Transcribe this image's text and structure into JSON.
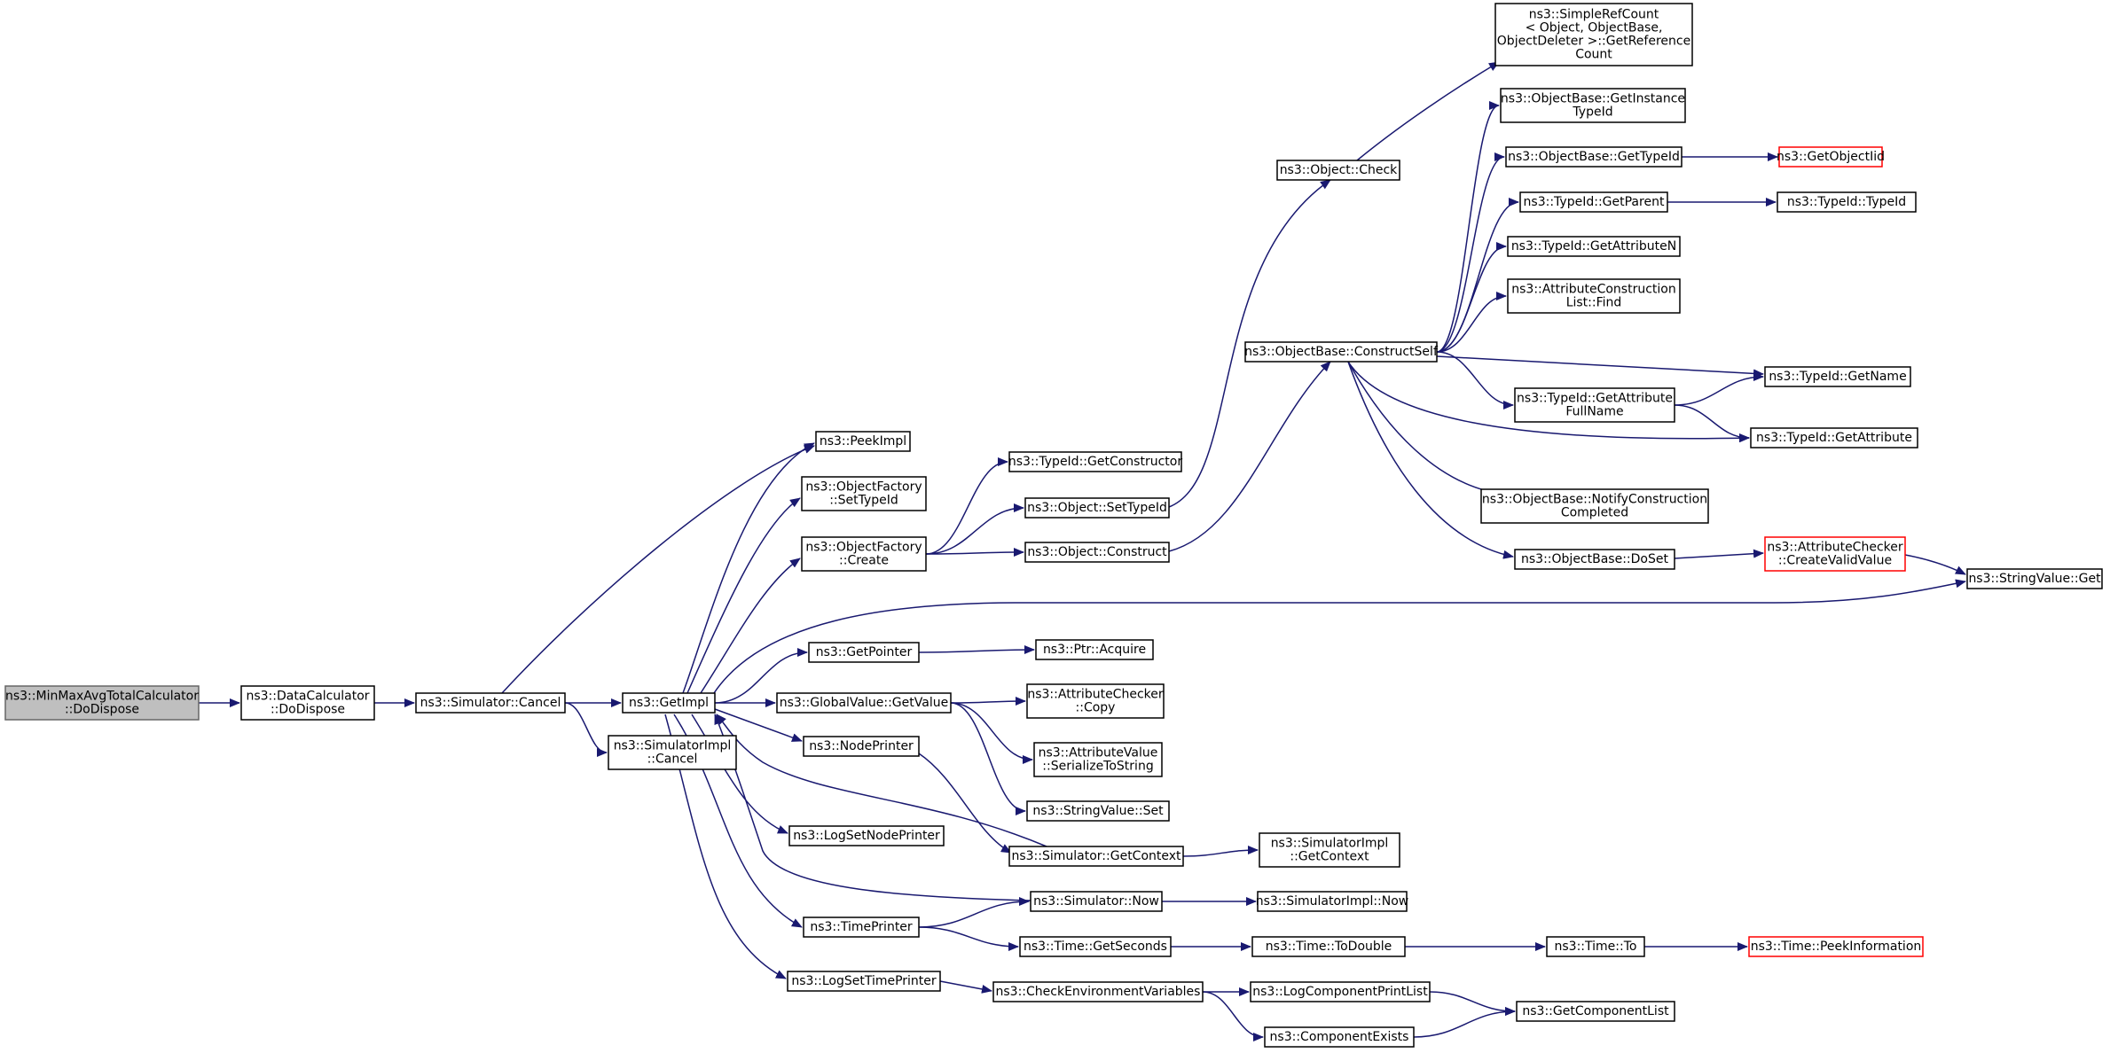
{
  "nodes": [
    {
      "id": "minmax",
      "lines": [
        "ns3::MinMaxAvgTotalCalculator",
        "::DoDispose"
      ],
      "style": "root"
    },
    {
      "id": "datacalc",
      "lines": [
        "ns3::DataCalculator",
        "::DoDispose"
      ],
      "style": "normal"
    },
    {
      "id": "simcancel",
      "lines": [
        "ns3::Simulator::Cancel"
      ],
      "style": "normal"
    },
    {
      "id": "getimpl",
      "lines": [
        "ns3::GetImpl"
      ],
      "style": "normal"
    },
    {
      "id": "simimplcancel",
      "lines": [
        "ns3::SimulatorImpl",
        "::Cancel"
      ],
      "style": "normal"
    },
    {
      "id": "peekimpl",
      "lines": [
        "ns3::PeekImpl"
      ],
      "style": "normal"
    },
    {
      "id": "ofsettypeid",
      "lines": [
        "ns3::ObjectFactory",
        "::SetTypeId"
      ],
      "style": "normal"
    },
    {
      "id": "ofcreate",
      "lines": [
        "ns3::ObjectFactory",
        "::Create"
      ],
      "style": "normal"
    },
    {
      "id": "getpointer",
      "lines": [
        "ns3::GetPointer"
      ],
      "style": "normal"
    },
    {
      "id": "gvgetvalue",
      "lines": [
        "ns3::GlobalValue::GetValue"
      ],
      "style": "normal"
    },
    {
      "id": "nodeprinter",
      "lines": [
        "ns3::NodePrinter"
      ],
      "style": "normal"
    },
    {
      "id": "logsetnodeprinter",
      "lines": [
        "ns3::LogSetNodePrinter"
      ],
      "style": "normal"
    },
    {
      "id": "timeprinter",
      "lines": [
        "ns3::TimePrinter"
      ],
      "style": "normal"
    },
    {
      "id": "logsettimeprinter",
      "lines": [
        "ns3::LogSetTimePrinter"
      ],
      "style": "normal"
    },
    {
      "id": "tidgetconstructor",
      "lines": [
        "ns3::TypeId::GetConstructor"
      ],
      "style": "normal"
    },
    {
      "id": "objsettypeid",
      "lines": [
        "ns3::Object::SetTypeId"
      ],
      "style": "normal"
    },
    {
      "id": "objconstruct",
      "lines": [
        "ns3::Object::Construct"
      ],
      "style": "normal"
    },
    {
      "id": "ptracquire",
      "lines": [
        "ns3::Ptr::Acquire"
      ],
      "style": "normal"
    },
    {
      "id": "accopy",
      "lines": [
        "ns3::AttributeChecker",
        "::Copy"
      ],
      "style": "normal"
    },
    {
      "id": "avserialize",
      "lines": [
        "ns3::AttributeValue",
        "::SerializeToString"
      ],
      "style": "normal"
    },
    {
      "id": "svset",
      "lines": [
        "ns3::StringValue::Set"
      ],
      "style": "normal"
    },
    {
      "id": "simgetcontext",
      "lines": [
        "ns3::Simulator::GetContext"
      ],
      "style": "normal"
    },
    {
      "id": "simnow",
      "lines": [
        "ns3::Simulator::Now"
      ],
      "style": "normal"
    },
    {
      "id": "timegetseconds",
      "lines": [
        "ns3::Time::GetSeconds"
      ],
      "style": "normal"
    },
    {
      "id": "checkenv",
      "lines": [
        "ns3::CheckEnvironmentVariables"
      ],
      "style": "normal"
    },
    {
      "id": "objcheck",
      "lines": [
        "ns3::Object::Check"
      ],
      "style": "normal"
    },
    {
      "id": "obconstructself",
      "lines": [
        "ns3::ObjectBase::ConstructSelf"
      ],
      "style": "normal"
    },
    {
      "id": "simimplgetcontext",
      "lines": [
        "ns3::SimulatorImpl",
        "::GetContext"
      ],
      "style": "normal"
    },
    {
      "id": "simimplnow",
      "lines": [
        "ns3::SimulatorImpl::Now"
      ],
      "style": "normal"
    },
    {
      "id": "timetodouble",
      "lines": [
        "ns3::Time::ToDouble"
      ],
      "style": "normal"
    },
    {
      "id": "logcompprintlist",
      "lines": [
        "ns3::LogComponentPrintList"
      ],
      "style": "normal"
    },
    {
      "id": "compexists",
      "lines": [
        "ns3::ComponentExists"
      ],
      "style": "normal"
    },
    {
      "id": "srcgetref",
      "lines": [
        "ns3::SimpleRefCount",
        "< Object, ObjectBase,",
        "ObjectDeleter >::GetReference",
        "Count"
      ],
      "style": "normal"
    },
    {
      "id": "obgetinstancetypeid",
      "lines": [
        "ns3::ObjectBase::GetInstance",
        "TypeId"
      ],
      "style": "normal"
    },
    {
      "id": "obgettypeid",
      "lines": [
        "ns3::ObjectBase::GetTypeId"
      ],
      "style": "normal"
    },
    {
      "id": "tidgetparent",
      "lines": [
        "ns3::TypeId::GetParent"
      ],
      "style": "normal"
    },
    {
      "id": "tidgetattrn",
      "lines": [
        "ns3::TypeId::GetAttributeN"
      ],
      "style": "normal"
    },
    {
      "id": "aclfind",
      "lines": [
        "ns3::AttributeConstruction",
        "List::Find"
      ],
      "style": "normal"
    },
    {
      "id": "tidgetattrfullname",
      "lines": [
        "ns3::TypeId::GetAttribute",
        "FullName"
      ],
      "style": "normal"
    },
    {
      "id": "obnotify",
      "lines": [
        "ns3::ObjectBase::NotifyConstruction",
        "Completed"
      ],
      "style": "normal"
    },
    {
      "id": "obdoset",
      "lines": [
        "ns3::ObjectBase::DoSet"
      ],
      "style": "normal"
    },
    {
      "id": "timeto",
      "lines": [
        "ns3::Time::To"
      ],
      "style": "normal"
    },
    {
      "id": "getcomplist",
      "lines": [
        "ns3::GetComponentList"
      ],
      "style": "normal"
    },
    {
      "id": "getobjectiid",
      "lines": [
        "ns3::GetObjectIid"
      ],
      "style": "red"
    },
    {
      "id": "tidtypeid",
      "lines": [
        "ns3::TypeId::TypeId"
      ],
      "style": "normal"
    },
    {
      "id": "tidgetname",
      "lines": [
        "ns3::TypeId::GetName"
      ],
      "style": "normal"
    },
    {
      "id": "tidgetattribute",
      "lines": [
        "ns3::TypeId::GetAttribute"
      ],
      "style": "normal"
    },
    {
      "id": "accreatevalid",
      "lines": [
        "ns3::AttributeChecker",
        "::CreateValidValue"
      ],
      "style": "red"
    },
    {
      "id": "timepeekinfo",
      "lines": [
        "ns3::Time::PeekInformation"
      ],
      "style": "red"
    },
    {
      "id": "svget",
      "lines": [
        "ns3::StringValue::Get"
      ],
      "style": "normal"
    }
  ],
  "edges": [
    [
      "minmax",
      "datacalc"
    ],
    [
      "datacalc",
      "simcancel"
    ],
    [
      "simcancel",
      "getimpl"
    ],
    [
      "simcancel",
      "simimplcancel"
    ],
    [
      "simcancel",
      "peekimpl"
    ],
    [
      "getimpl",
      "peekimpl"
    ],
    [
      "getimpl",
      "ofsettypeid"
    ],
    [
      "getimpl",
      "ofcreate"
    ],
    [
      "getimpl",
      "getpointer"
    ],
    [
      "getimpl",
      "gvgetvalue"
    ],
    [
      "getimpl",
      "nodeprinter"
    ],
    [
      "getimpl",
      "logsetnodeprinter"
    ],
    [
      "getimpl",
      "timeprinter"
    ],
    [
      "getimpl",
      "logsettimeprinter"
    ],
    [
      "getimpl",
      "svget"
    ],
    [
      "ofcreate",
      "tidgetconstructor"
    ],
    [
      "ofcreate",
      "objsettypeid"
    ],
    [
      "ofcreate",
      "objconstruct"
    ],
    [
      "objsettypeid",
      "objcheck"
    ],
    [
      "objconstruct",
      "obconstructself"
    ],
    [
      "objcheck",
      "srcgetref"
    ],
    [
      "getpointer",
      "ptracquire"
    ],
    [
      "gvgetvalue",
      "accopy"
    ],
    [
      "gvgetvalue",
      "avserialize"
    ],
    [
      "gvgetvalue",
      "svset"
    ],
    [
      "nodeprinter",
      "simgetcontext"
    ],
    [
      "simgetcontext",
      "getimpl"
    ],
    [
      "simgetcontext",
      "simimplgetcontext"
    ],
    [
      "simnow",
      "getimpl"
    ],
    [
      "simnow",
      "simimplnow"
    ],
    [
      "timeprinter",
      "simnow"
    ],
    [
      "timeprinter",
      "timegetseconds"
    ],
    [
      "timegetseconds",
      "timetodouble"
    ],
    [
      "timetodouble",
      "timeto"
    ],
    [
      "timeto",
      "timepeekinfo"
    ],
    [
      "logsettimeprinter",
      "checkenv"
    ],
    [
      "checkenv",
      "logcompprintlist"
    ],
    [
      "checkenv",
      "compexists"
    ],
    [
      "logcompprintlist",
      "getcomplist"
    ],
    [
      "compexists",
      "getcomplist"
    ],
    [
      "obconstructself",
      "obgetinstancetypeid"
    ],
    [
      "obconstructself",
      "obgettypeid"
    ],
    [
      "obconstructself",
      "tidgetparent"
    ],
    [
      "obconstructself",
      "tidgetattrn"
    ],
    [
      "obconstructself",
      "aclfind"
    ],
    [
      "obconstructself",
      "tidgetname"
    ],
    [
      "obconstructself",
      "tidgetattrfullname"
    ],
    [
      "obconstructself",
      "tidgetattribute"
    ],
    [
      "obconstructself",
      "obnotify"
    ],
    [
      "obconstructself",
      "obdoset"
    ],
    [
      "obgettypeid",
      "getobjectiid"
    ],
    [
      "tidgetparent",
      "tidtypeid"
    ],
    [
      "tidgetattrfullname",
      "tidgetname"
    ],
    [
      "tidgetattrfullname",
      "tidgetattribute"
    ],
    [
      "obdoset",
      "accreatevalid"
    ],
    [
      "accreatevalid",
      "svget"
    ]
  ]
}
